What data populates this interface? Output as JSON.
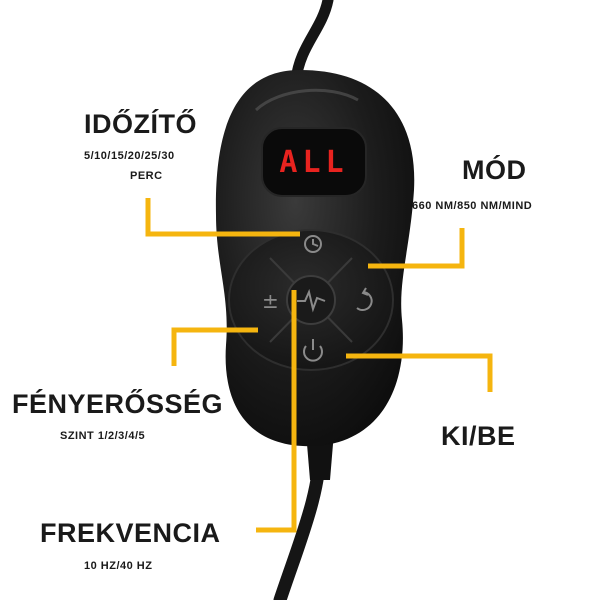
{
  "display": {
    "text": "ALL",
    "color": "#e8231f"
  },
  "accent_color": "#f5b50f",
  "labels": {
    "timer": {
      "title": "IDŐZÍTŐ",
      "line1": "5/10/15/20/25/30",
      "line2": "PERC"
    },
    "mode": {
      "title": "MÓD",
      "detail": "660 NM/850 NM/MIND"
    },
    "brightness": {
      "title": "FÉNYERŐSSÉG",
      "detail": "SZINT 1/2/3/4/5"
    },
    "power": {
      "title": "KI/BE"
    },
    "frequency": {
      "title": "FREKVENCIA",
      "detail": "10 HZ/40 HZ"
    }
  },
  "icons": [
    "clock-icon",
    "plus-minus-icon",
    "pulse-wave-icon",
    "cycle-icon",
    "power-icon"
  ]
}
